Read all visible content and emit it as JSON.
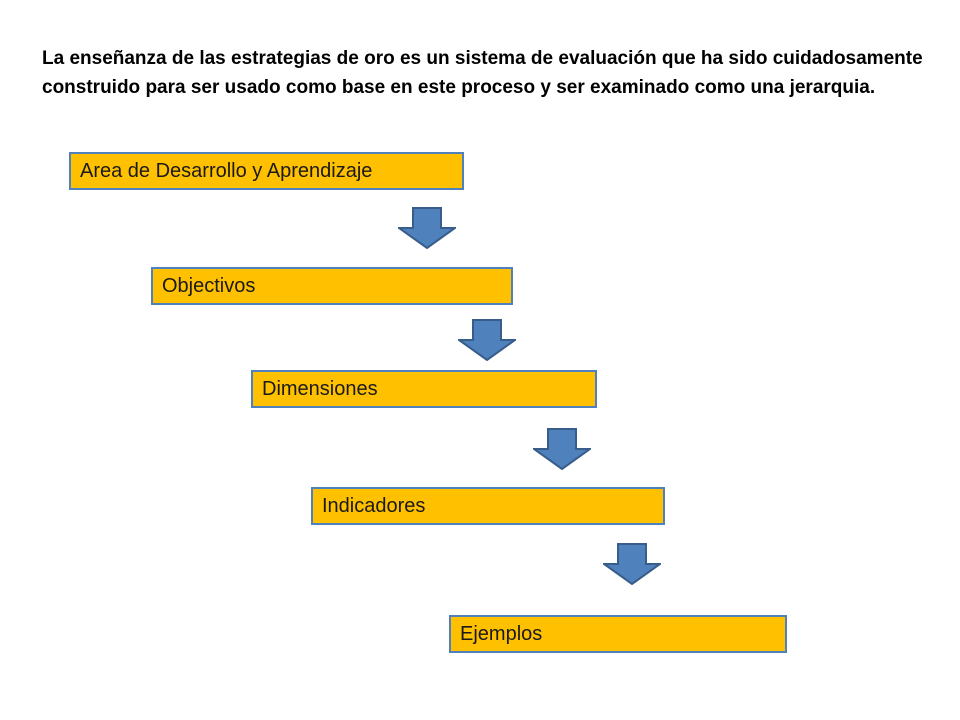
{
  "intro_text": "La enseñanza de las estrategias de oro es un sistema de evaluación que ha sido cuidadosamente construido para ser usado como base en este proceso y ser examinado como una jerarquia.",
  "hierarchy": {
    "levels": [
      {
        "label": "Area de Desarrollo y Aprendizaje"
      },
      {
        "label": "Objectivos"
      },
      {
        "label": "Dimensiones"
      },
      {
        "label": "Indicadores"
      },
      {
        "label": "Ejemplos"
      }
    ]
  },
  "colors": {
    "box_fill": "#FFC000",
    "box_border": "#4F81BD",
    "arrow_fill": "#4F81BD",
    "arrow_stroke": "#385D8A"
  },
  "icons": {
    "arrow": "block-arrow-down"
  }
}
